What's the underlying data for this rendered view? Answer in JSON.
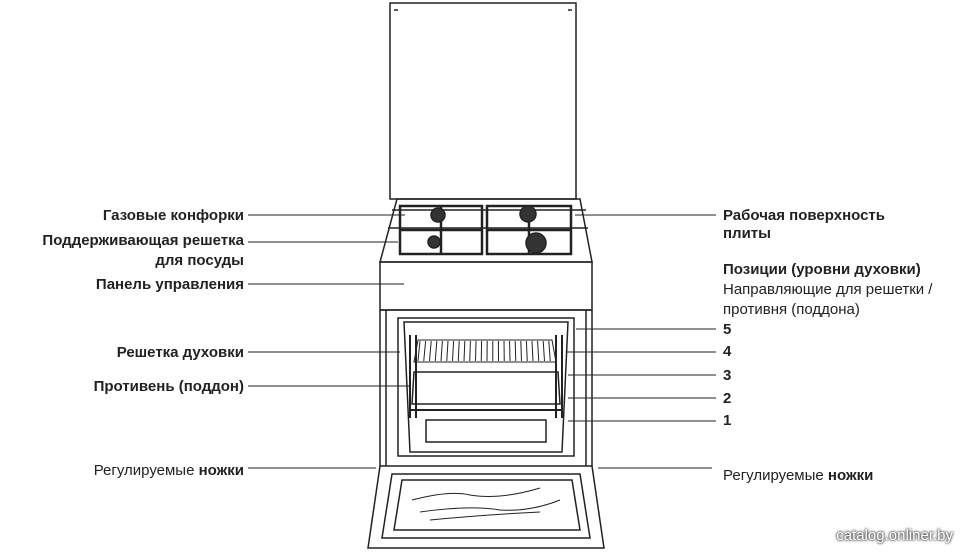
{
  "labels": {
    "gas_burners": "Газовые конфорки",
    "support_grid_1": "Поддерживающая решетка",
    "support_grid_2": "для посуды",
    "control_panel": "Панель управления",
    "oven_rack": "Решетка духовки",
    "baking_tray": "Противень (поддон)",
    "feet_left_regular": "Регулируемые",
    "feet_left_bold": "ножки",
    "work_surface_1": "Рабочая поверхность",
    "work_surface_2": "плиты",
    "positions_title": "Позиции (уровни духовки)",
    "guides_1": "Направляющие  для решетки /",
    "guides_2": "противня (поддона)",
    "feet_right_regular": "Регулируемые",
    "feet_right_bold": "ножки"
  },
  "levels": [
    "5",
    "4",
    "3",
    "2",
    "1"
  ],
  "watermark": "catalog.onliner.by"
}
